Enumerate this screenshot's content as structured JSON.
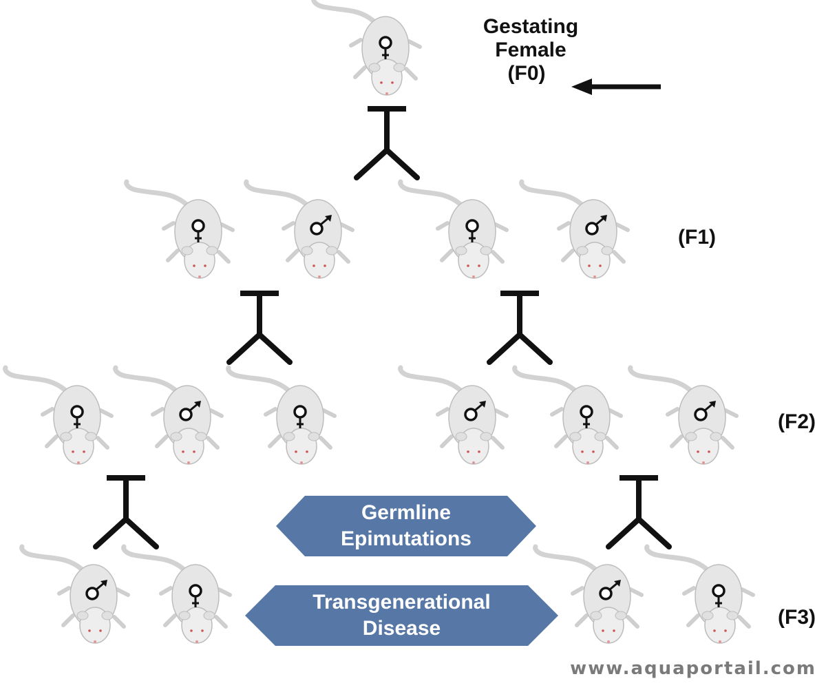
{
  "diagram": {
    "title_lines": [
      "Gestating",
      "Female",
      "(F0)"
    ],
    "generations": {
      "f1": "(F1)",
      "f2": "(F2)",
      "f3": "(F3)"
    },
    "banner_top": [
      "Germline",
      "Epimutations"
    ],
    "banner_bottom": [
      "Transgenerational",
      "Disease"
    ],
    "watermark": "www.aquaportail.com",
    "colors": {
      "banner": "#5778a6",
      "mouse": "#e6e6e6",
      "ink": "#111111"
    },
    "mice": {
      "f0": [
        "female"
      ],
      "f1": [
        "female",
        "male",
        "female",
        "male"
      ],
      "f2": [
        "female",
        "male",
        "female",
        "male",
        "female",
        "male"
      ],
      "f3": [
        "male",
        "female",
        "male",
        "female"
      ]
    }
  }
}
